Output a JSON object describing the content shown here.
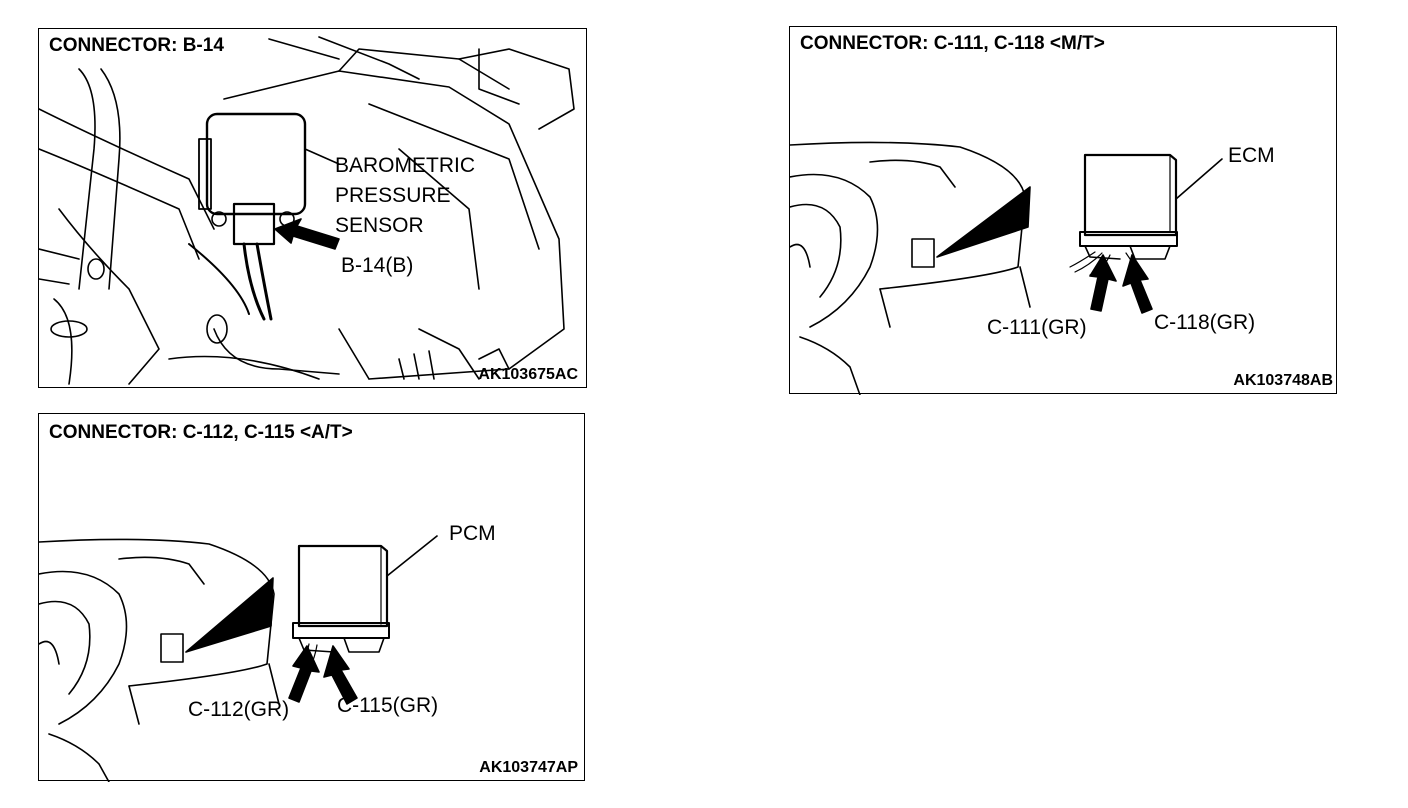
{
  "panels": {
    "b14": {
      "title": "CONNECTOR: B-14",
      "code": "AK103675AC",
      "sensor_label": [
        "BAROMETRIC",
        "PRESSURE",
        "SENSOR"
      ],
      "connector_label": "B-14(B)"
    },
    "c111": {
      "title": "CONNECTOR: C-111, C-118 <M/T>",
      "code": "AK103748AB",
      "module_label": "ECM",
      "connector_left": "C-111(GR)",
      "connector_right": "C-118(GR)"
    },
    "c112": {
      "title": "CONNECTOR: C-112, C-115 <A/T>",
      "code": "AK103747AP",
      "module_label": "PCM",
      "connector_left": "C-112(GR)",
      "connector_right": "C-115(GR)"
    }
  }
}
